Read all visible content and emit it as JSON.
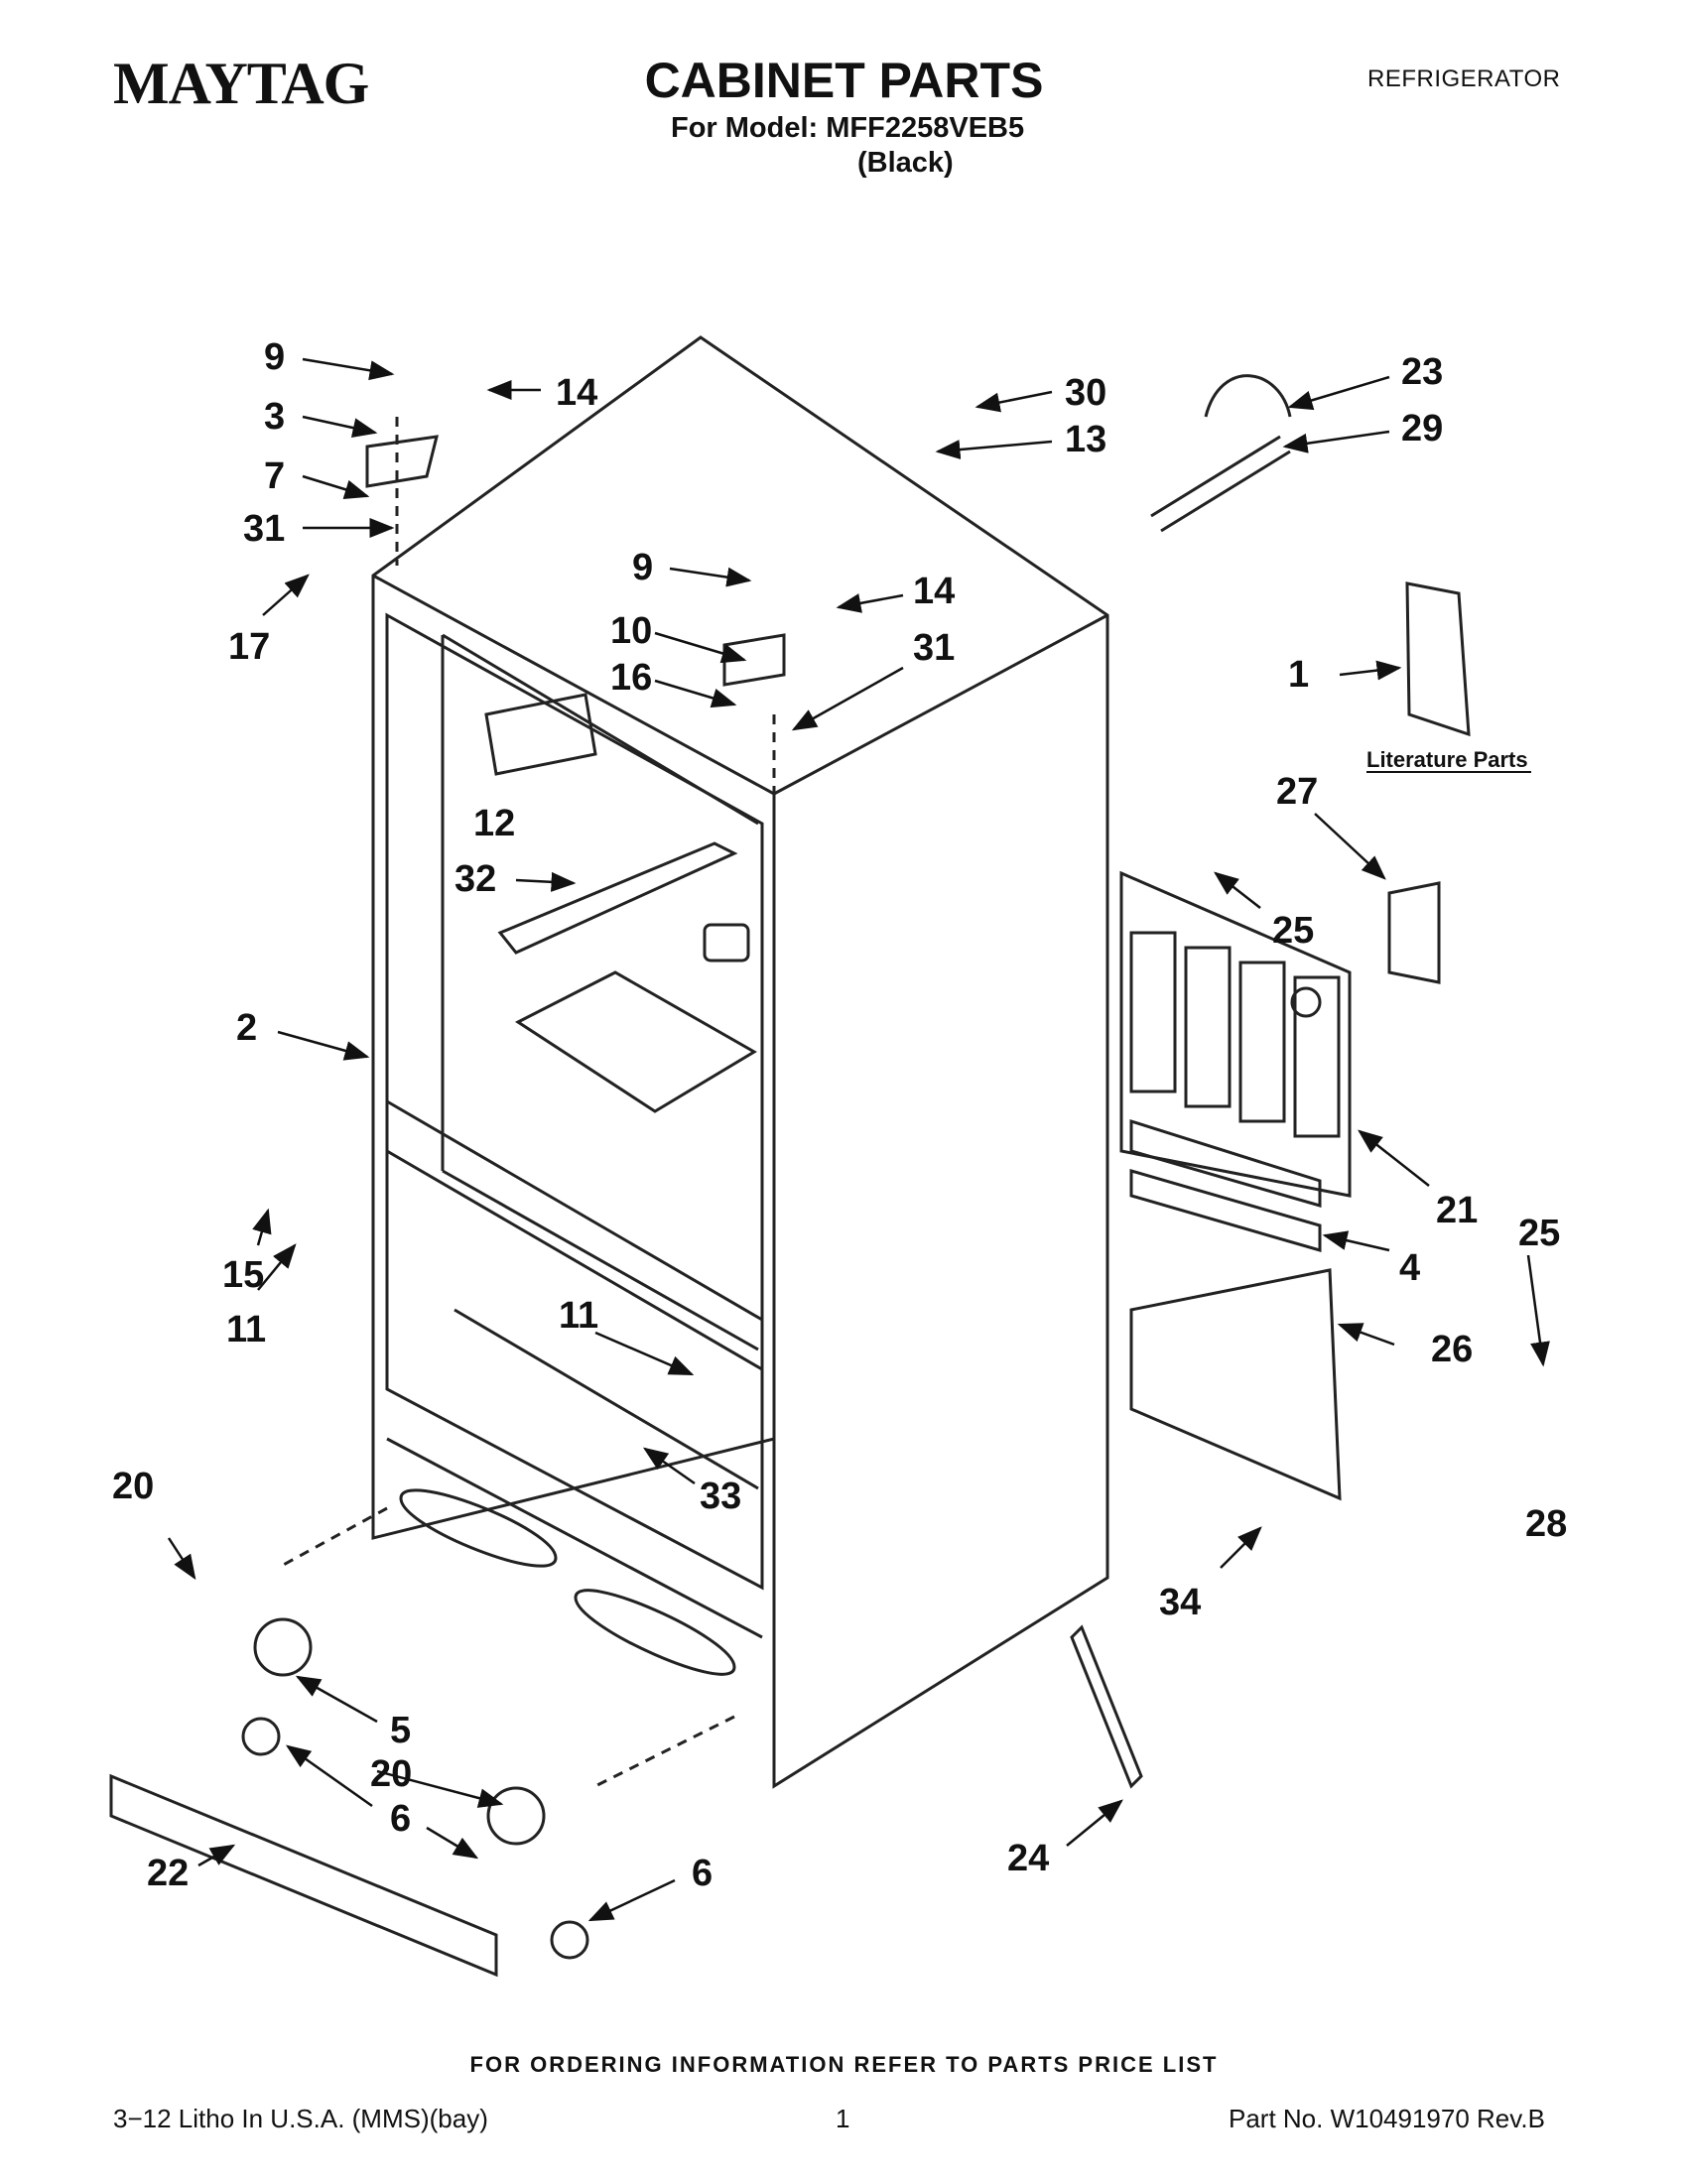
{
  "header": {
    "brand": "MAYTAG",
    "title": "CABINET PARTS",
    "model_line": "For Model: MFF2258VEB5",
    "color_line": "(Black)",
    "category": "REFRIGERATOR"
  },
  "diagram": {
    "literature_label": "Literature Parts",
    "callouts": [
      "9",
      "14",
      "3",
      "7",
      "31",
      "17",
      "30",
      "13",
      "23",
      "29",
      "9",
      "14",
      "10",
      "16",
      "31",
      "1",
      "12",
      "32",
      "27",
      "25",
      "2",
      "21",
      "15",
      "11",
      "4",
      "25",
      "11",
      "26",
      "28",
      "33",
      "20",
      "34",
      "5",
      "20",
      "6",
      "6",
      "22",
      "24"
    ]
  },
  "footer": {
    "ordering_note": "FOR ORDERING INFORMATION REFER TO PARTS PRICE LIST",
    "litho": "3−12 Litho In U.S.A. (MMS)(bay)",
    "page_number": "1",
    "part_number": "Part No. W10491970 Rev.B"
  }
}
